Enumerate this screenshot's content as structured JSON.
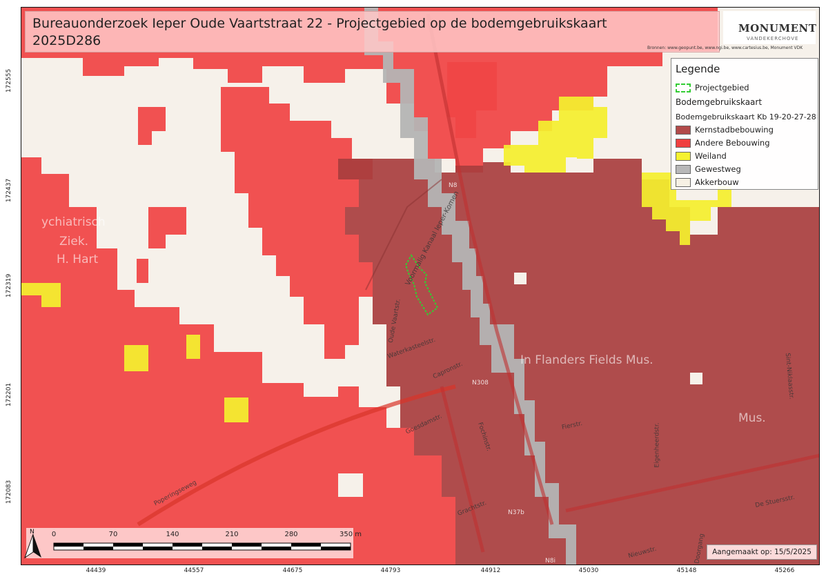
{
  "title": {
    "line1": "Bureauonderzoek Ieper Oude Vaartstraat 22 - Projectgebied op de bodemgebruikskaart",
    "line2": "2025D286"
  },
  "logo": {
    "main": "MONUMENT",
    "sub": "VANDEKERCHOVE"
  },
  "sources": "Bronnen: www.geopunt.be, www.ngi.be, www.cartesius.be, Monument VDK",
  "legend": {
    "title": "Legende",
    "project_label": "Projectgebied",
    "group": "Bodemgebruikskaart",
    "subgroup": "Bodemgebruikskaart Kb 19-20-27-28",
    "items": [
      {
        "label": "Kernstadbebouwing",
        "color": "#b24a4a"
      },
      {
        "label": "Andere Bebouwing",
        "color": "#f04040"
      },
      {
        "label": "Weiland",
        "color": "#f6f230"
      },
      {
        "label": "Gewestweg",
        "color": "#b8b8b8"
      },
      {
        "label": "Akkerbouw",
        "color": "#f7f1e4"
      }
    ]
  },
  "created": "Aangemaakt op: 15/5/2025",
  "scalebar": {
    "ticks": [
      "0",
      "70",
      "140",
      "210",
      "280",
      "350 m"
    ]
  },
  "north": "N",
  "axes": {
    "x": [
      "44439",
      "44557",
      "44675",
      "44793",
      "44912",
      "45030",
      "45148",
      "45266"
    ],
    "y": [
      "172555",
      "172437",
      "172319",
      "172201",
      "172083"
    ]
  },
  "map_labels": {
    "places": [
      "In Flanders Fields Mus.",
      "Mus.",
      "ychiatrisch",
      "Ziek.",
      "H. Hart"
    ],
    "streets": [
      "Waterkasteelstr.",
      "Capronstr.",
      "Goesdamstr.",
      "Poperingseweg",
      "Fochinstr.",
      "De Stuersstr.",
      "Grachtstr.",
      "Eigenheerdstr.",
      "Fierstr.",
      "Nieuwstr.",
      "Doorgang",
      "Oude Vaartstr.",
      "Voormalig Kanaal Ieper-Komen",
      "Sint-Niklaasstr."
    ],
    "roads": [
      "N8",
      "N308",
      "N37b",
      "N8i"
    ]
  },
  "colors": {
    "kernstad": "#b24a4a",
    "andere": "#f04040",
    "weiland": "#f6f230",
    "gewestweg": "#b8b8b8",
    "akkerbouw": "#f7f1e4",
    "project": "#33cc33"
  }
}
